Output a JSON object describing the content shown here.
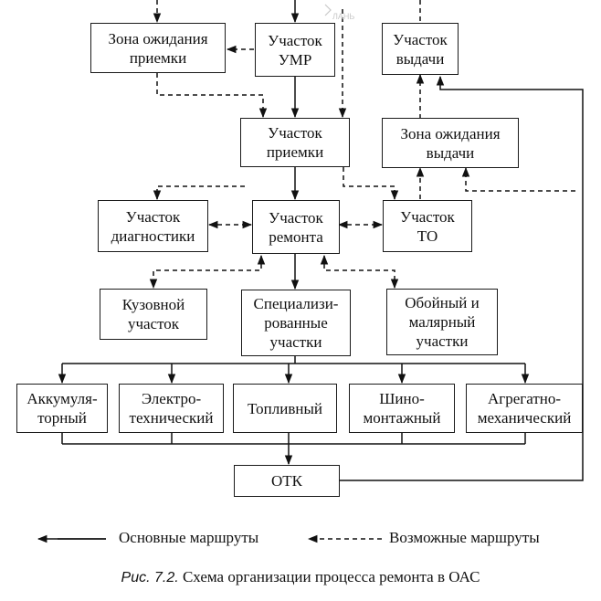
{
  "boxes": {
    "wait_accept": "Зона ожидания\nприемки",
    "umr": "Участок\nУМР",
    "issue": "Участок\nвыдачи",
    "accept": "Участок\nприемки",
    "wait_issue": "Зона ожидания\nвыдачи",
    "diagnostics": "Участок\nдиагностики",
    "repair": "Участок\nремонта",
    "to": "Участок\nТО",
    "body": "Кузовной\nучасток",
    "special": "Специализи-\nрованные\nучастки",
    "paint": "Обойный и\nмалярный\nучастки",
    "battery": "Аккумуля-\nторный",
    "electro": "Электро-\nтехнический",
    "fuel": "Топливный",
    "tire": "Шино-\nмонтажный",
    "aggregate": "Агрегатно-\nмеханический",
    "otk": "ОТК"
  },
  "legend": {
    "main_routes": "Основные маршруты",
    "possible_routes": "Возможные маршруты"
  },
  "caption": {
    "fig_label": "Рис. 7.2.",
    "text": " Схема организации процесса ремонта в ОАС"
  },
  "logo_text": "ЛАНЬ"
}
